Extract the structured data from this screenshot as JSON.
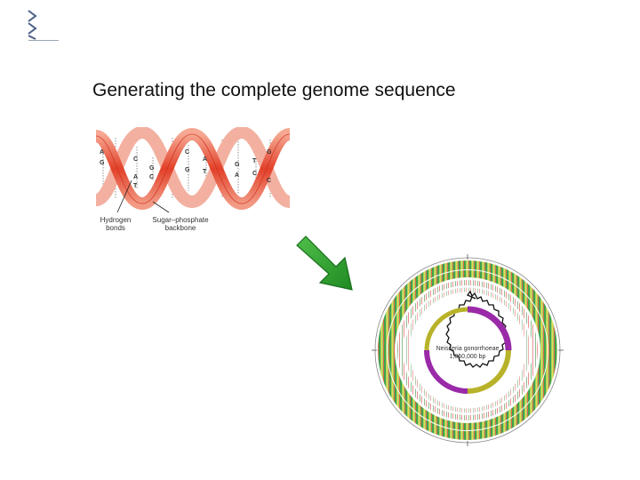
{
  "slide": {
    "title": "Generating the complete genome sequence"
  },
  "dna_figure": {
    "labels": {
      "hydrogen": "Hydrogen\nbonds",
      "backbone": "Sugar–phosphate\nbackbone"
    },
    "strand_color": "#e2412a",
    "strand_light": "#f7b7a8"
  },
  "genome_figure": {
    "center_label_1": "Neisseria gonorrhoeae",
    "center_label_2": "1,850,000 bp"
  },
  "colors": {
    "arrow": "#2fa02f",
    "logo": "#4a5f86"
  }
}
